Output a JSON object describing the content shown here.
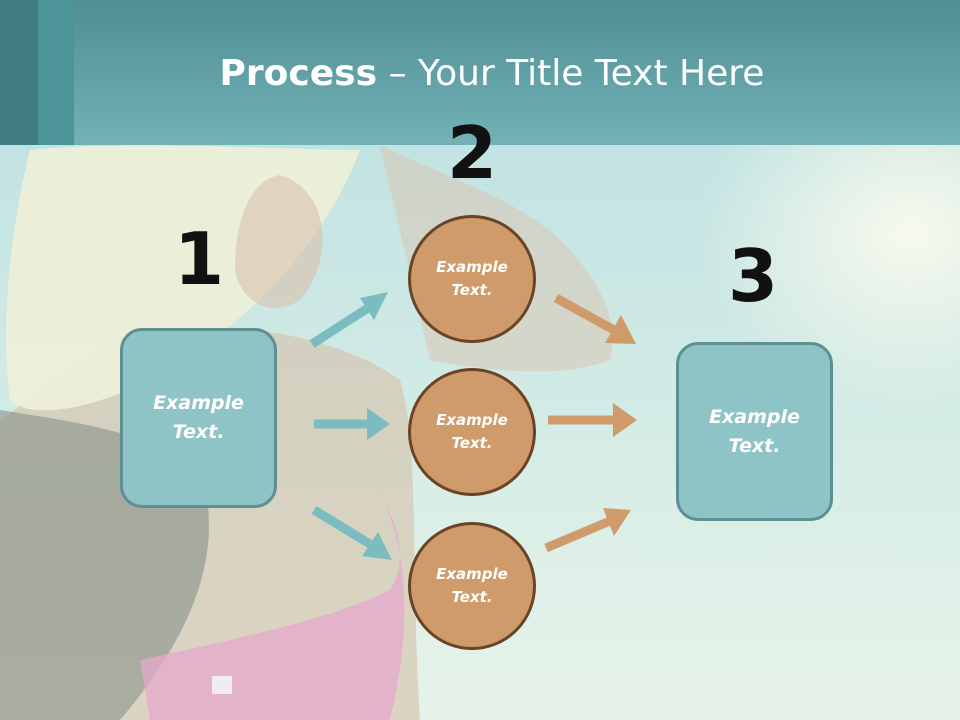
{
  "title": {
    "bold": "Process",
    "rest": " – Your Title Text Here"
  },
  "steps": {
    "one": "1",
    "two": "2",
    "three": "3"
  },
  "left_box": {
    "text": "Example Text."
  },
  "right_box": {
    "text": "Example Text."
  },
  "circles": [
    {
      "text": "Example Text."
    },
    {
      "text": "Example Text."
    },
    {
      "text": "Example Text."
    }
  ],
  "colors": {
    "teal_arrow": "#7bbcc0",
    "orange_arrow": "#cf9b6b",
    "box_fill": "#8fc4c7",
    "circle_fill": "#cf9b6b"
  }
}
